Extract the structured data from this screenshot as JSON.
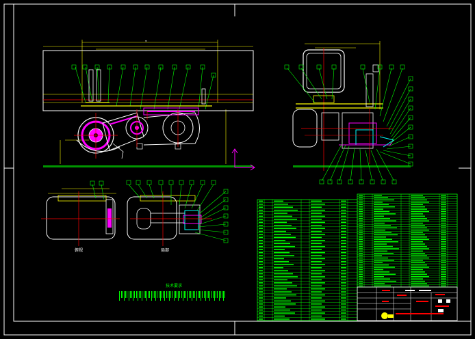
{
  "drawing": {
    "background": "#000000",
    "colors": {
      "frame": "#ffffff",
      "outline": "#ffffff",
      "dimension": "#ffff00",
      "leader": "#00ff00",
      "center": "#ff0000",
      "magenta": "#ff00ff",
      "cyan": "#00ffff",
      "table_grid": "#00ff00",
      "table_text": "#00ff00",
      "accent": "#ff0000"
    },
    "views": [
      {
        "name": "front-elevation",
        "label": ""
      },
      {
        "name": "side-elevation",
        "label": ""
      },
      {
        "name": "plan-view-left",
        "label": "俯视"
      },
      {
        "name": "plan-view-right",
        "label": "局部"
      }
    ],
    "note_title": "技术要求",
    "bom": {
      "left_rows": 40,
      "right_rows": 40
    },
    "title_block": {
      "label": ""
    }
  }
}
